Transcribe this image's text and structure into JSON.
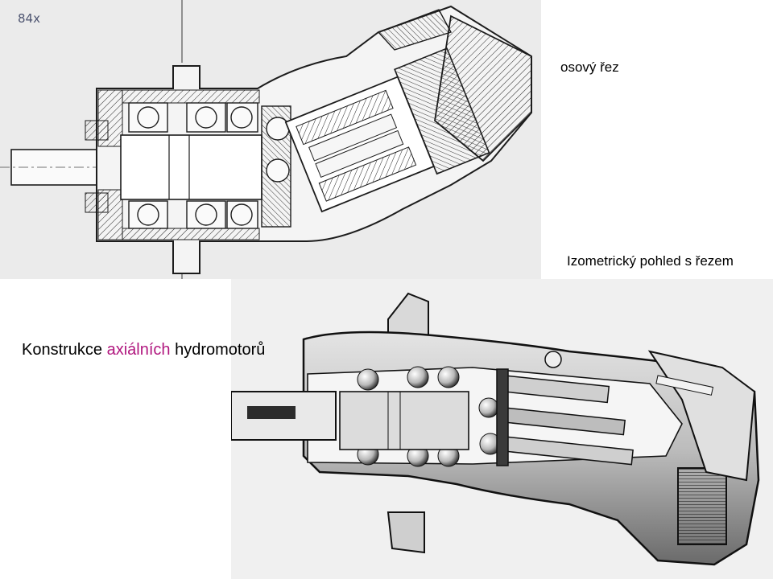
{
  "labels": {
    "axial_section": "osový řez",
    "isometric_view": "Izometrický pohled s řezem",
    "title_part1": "Konstrukce ",
    "title_part2": "axiálních",
    "title_part3": " hydromotorů"
  },
  "drawing": {
    "hand_note": "84x"
  },
  "colors": {
    "title_accent": "#b0167e",
    "paper": "#ebebeb",
    "ink": "#1c1c1c",
    "photo_background": "#f0f0f0"
  }
}
